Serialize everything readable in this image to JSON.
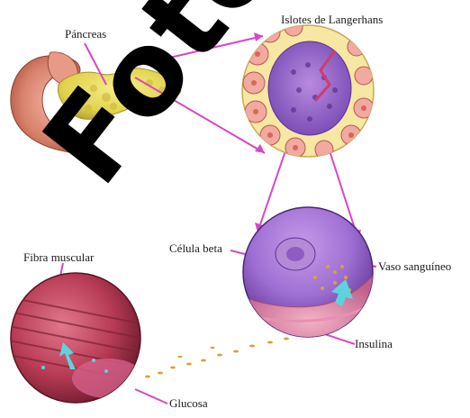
{
  "labels": {
    "pancreas": "Páncreas",
    "islets": "Islotes de Langerhans",
    "beta_cell": "Célula beta",
    "blood_vessel": "Vaso sanguíneo",
    "insulin": "Insulina",
    "muscle_fiber": "Fibra muscular",
    "glucose": "Glucosa"
  },
  "watermark": "Fotografía",
  "colors": {
    "pointer": "#d946c6",
    "arrow_cyan": "#5fd3dd",
    "insulin_dots": "#d9a336",
    "pancreas": "#e8da52",
    "duodenum": "#d9826c"
  }
}
